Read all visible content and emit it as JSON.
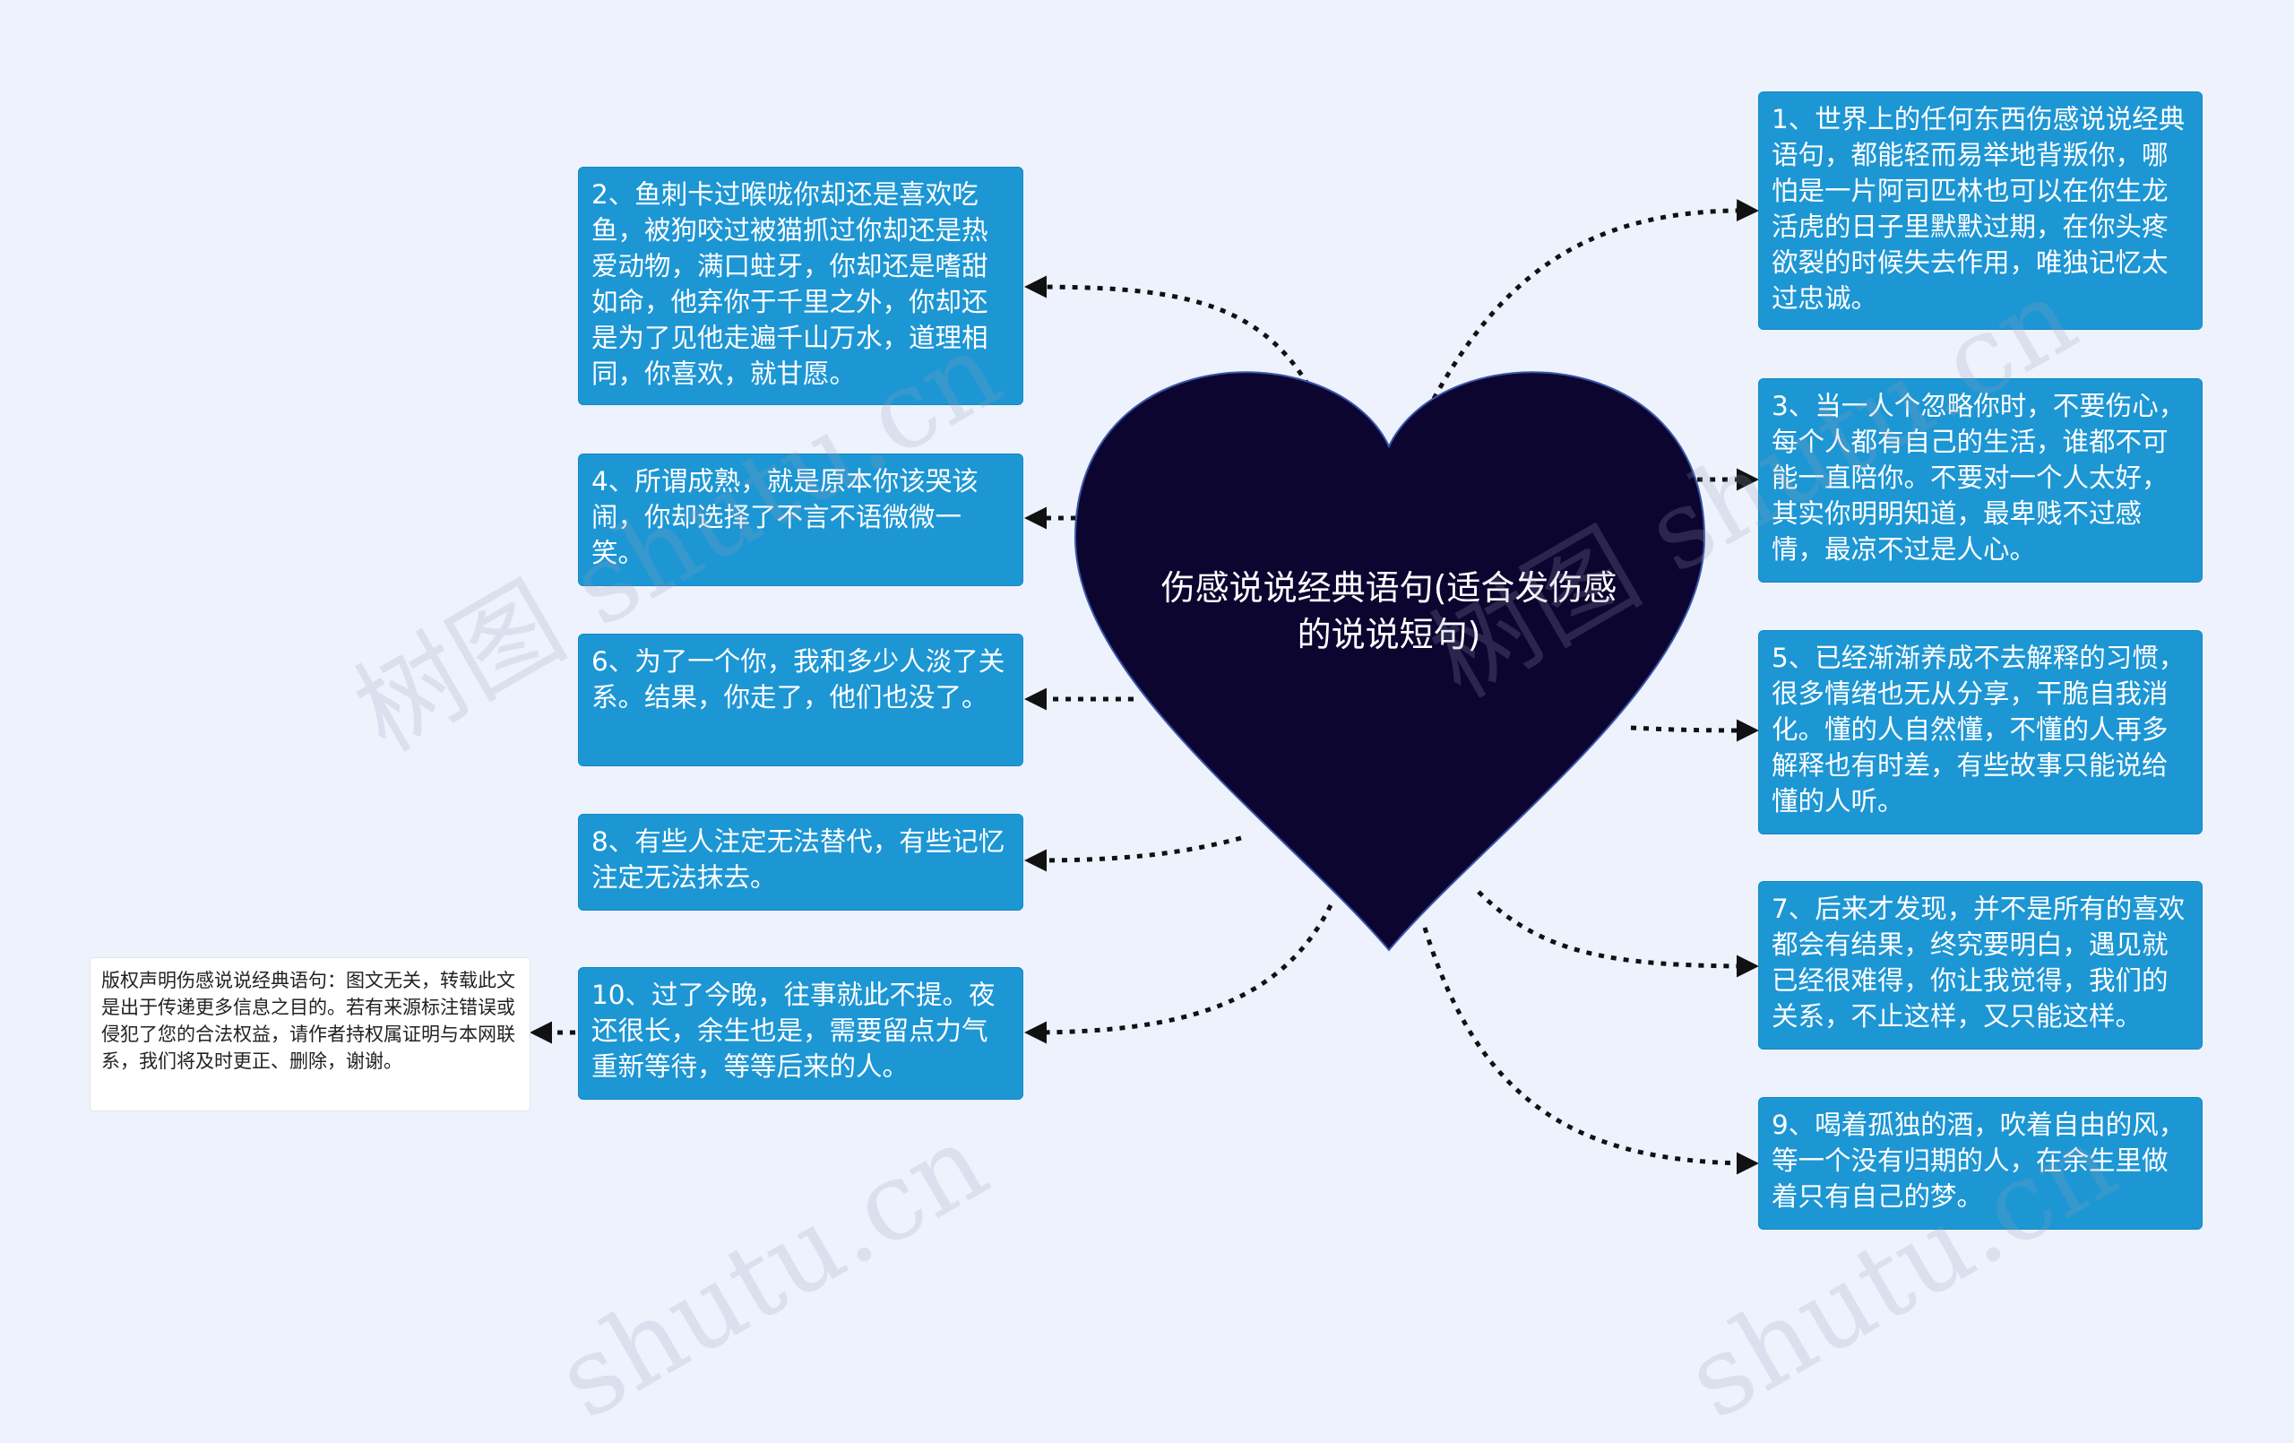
{
  "center": {
    "title": "伤感说说经典语句(适合发伤感的说说短句)",
    "fill": "#0c0530",
    "stroke": "#3a55a8"
  },
  "colors": {
    "node_bg": "#1d96d4",
    "background": "#edf2fd",
    "connector": "#111111"
  },
  "right_nodes": [
    {
      "text": "1、世界上的任何东西伤感说说经典语句，都能轻而易举地背叛你，哪怕是一片阿司匹林也可以在你生龙活虎的日子里默默过期，在你头疼欲裂的时候失去作用，唯独记忆太过忠诚。"
    },
    {
      "text": "3、当一人个忽略你时，不要伤心，每个人都有自己的生活，谁都不可能一直陪你。不要对一个人太好，其实你明明知道，最卑贱不过感情，最凉不过是人心。"
    },
    {
      "text": "5、已经渐渐养成不去解释的习惯，很多情绪也无从分享，干脆自我消化。懂的人自然懂，不懂的人再多解释也有时差，有些故事只能说给懂的人听。"
    },
    {
      "text": "7、后来才发现，并不是所有的喜欢都会有结果，终究要明白，遇见就已经很难得，你让我觉得，我们的关系，不止这样，又只能这样。"
    },
    {
      "text": "9、喝着孤独的酒，吹着自由的风，等一个没有归期的人，在余生里做着只有自己的梦。"
    }
  ],
  "left_nodes": [
    {
      "text": "2、鱼刺卡过喉咙你却还是喜欢吃鱼，被狗咬过被猫抓过你却还是热爱动物，满口蛀牙，你却还是嗜甜如命，他弃你于千里之外，你却还是为了见他走遍千山万水，道理相同，你喜欢，就甘愿。"
    },
    {
      "text": "4、所谓成熟，就是原本你该哭该闹，你却选择了不言不语微微一笑。"
    },
    {
      "text": "6、为了一个你，我和多少人淡了关系。结果，你走了，他们也没了。"
    },
    {
      "text": "8、有些人注定无法替代，有些记忆注定无法抹去。"
    },
    {
      "text": "10、过了今晚，往事就此不提。夜还很长，余生也是，需要留点力气重新等待，等等后来的人。"
    }
  ],
  "note": {
    "text": "版权声明伤感说说经典语句：图文无关，转载此文是出于传递更多信息之目的。若有来源标注错误或侵犯了您的合法权益，请作者持权属证明与本网联系，我们将及时更正、删除，谢谢。"
  },
  "watermark": {
    "text_full": "树图 shutu.cn",
    "text_short": "shutu.cn"
  }
}
